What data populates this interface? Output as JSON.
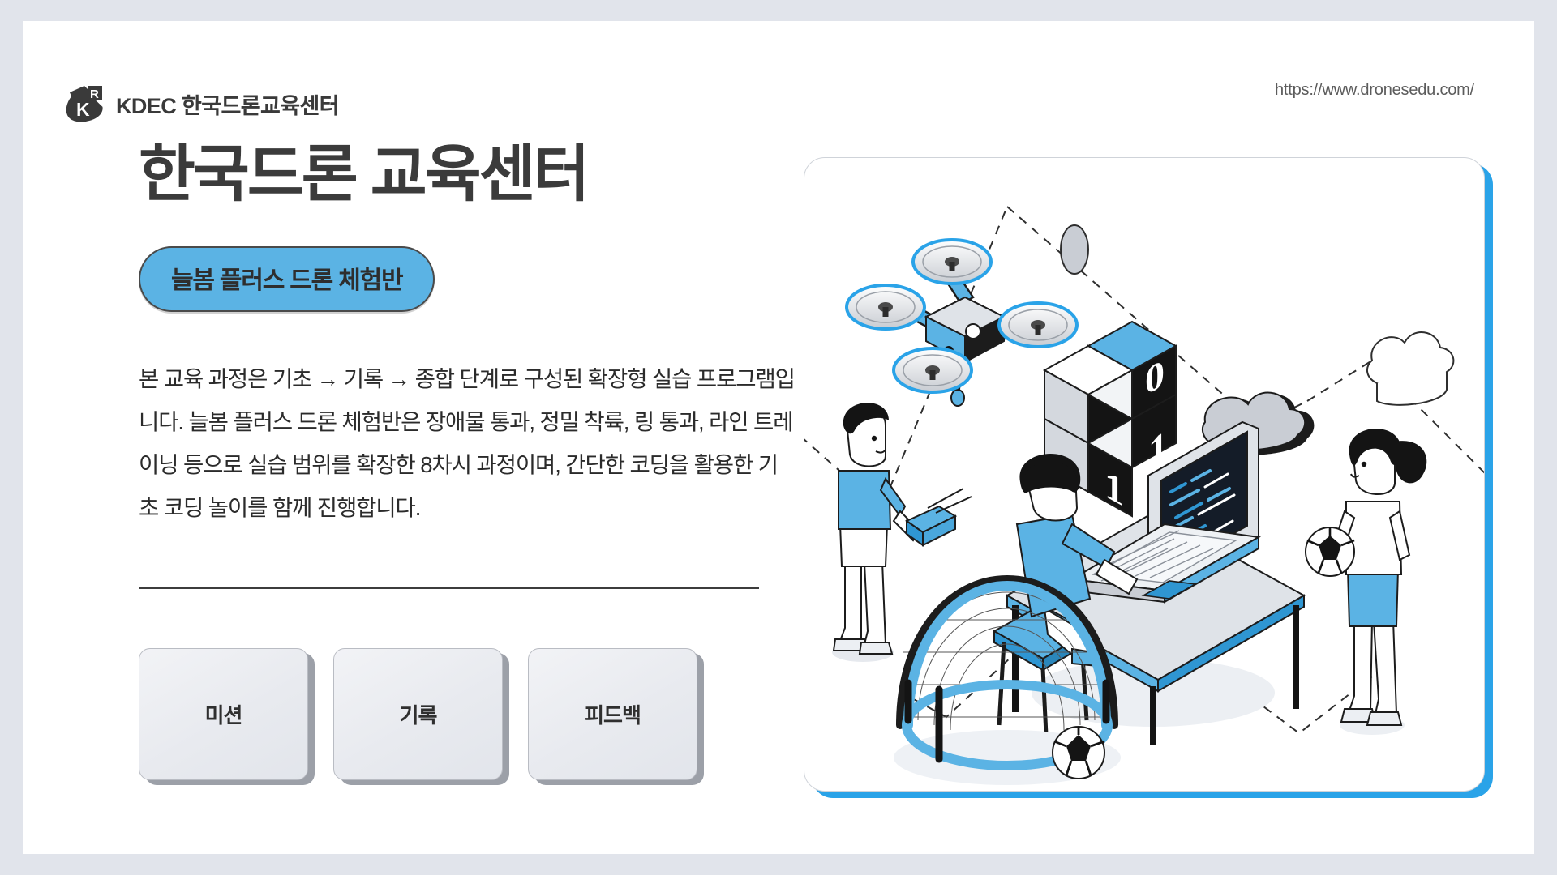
{
  "background_color": "#e1e4eb",
  "accent_color": "#5bb3e4",
  "accent_dark": "#2aa3e8",
  "text_color": "#2b2b2b",
  "header": {
    "logo_mark": "kdec-fan-k-r-logo",
    "brand_name": "KDEC 한국드론교육센터",
    "site_url": "https://www.dronesedu.com/"
  },
  "hero": {
    "headline": "한국드론 교육센터",
    "badge_label": "늘봄 플러스 드론 체험반",
    "description": "본 교육 과정은 기초 → 기록 → 종합 단계로 구성된 확장형 실습 프로그램입니다. 늘봄 플러스 드론 체험반은 장애물 통과, 정밀 착륙, 링 통과, 라인 트레이닝 등으로 실습 범위를 확장한 8차시 과정이며, 간단한 코딩을 활용한 기초 코딩 놀이를 함께 진행합니다."
  },
  "cards": [
    {
      "label": "미션"
    },
    {
      "label": "기록"
    },
    {
      "label": "피드백"
    }
  ],
  "illustration": {
    "name": "isometric-drone-coding-classroom",
    "binary_blocks": [
      "0",
      "1",
      "1",
      "1"
    ],
    "elements": [
      "quadcopter-drone",
      "boy-with-remote-controller",
      "boy-coding-on-laptop",
      "girl-with-soccer-ball",
      "soccer-goal-net",
      "cloud-dark",
      "cloud-outline",
      "disc-marker",
      "dashed-flight-path"
    ]
  }
}
